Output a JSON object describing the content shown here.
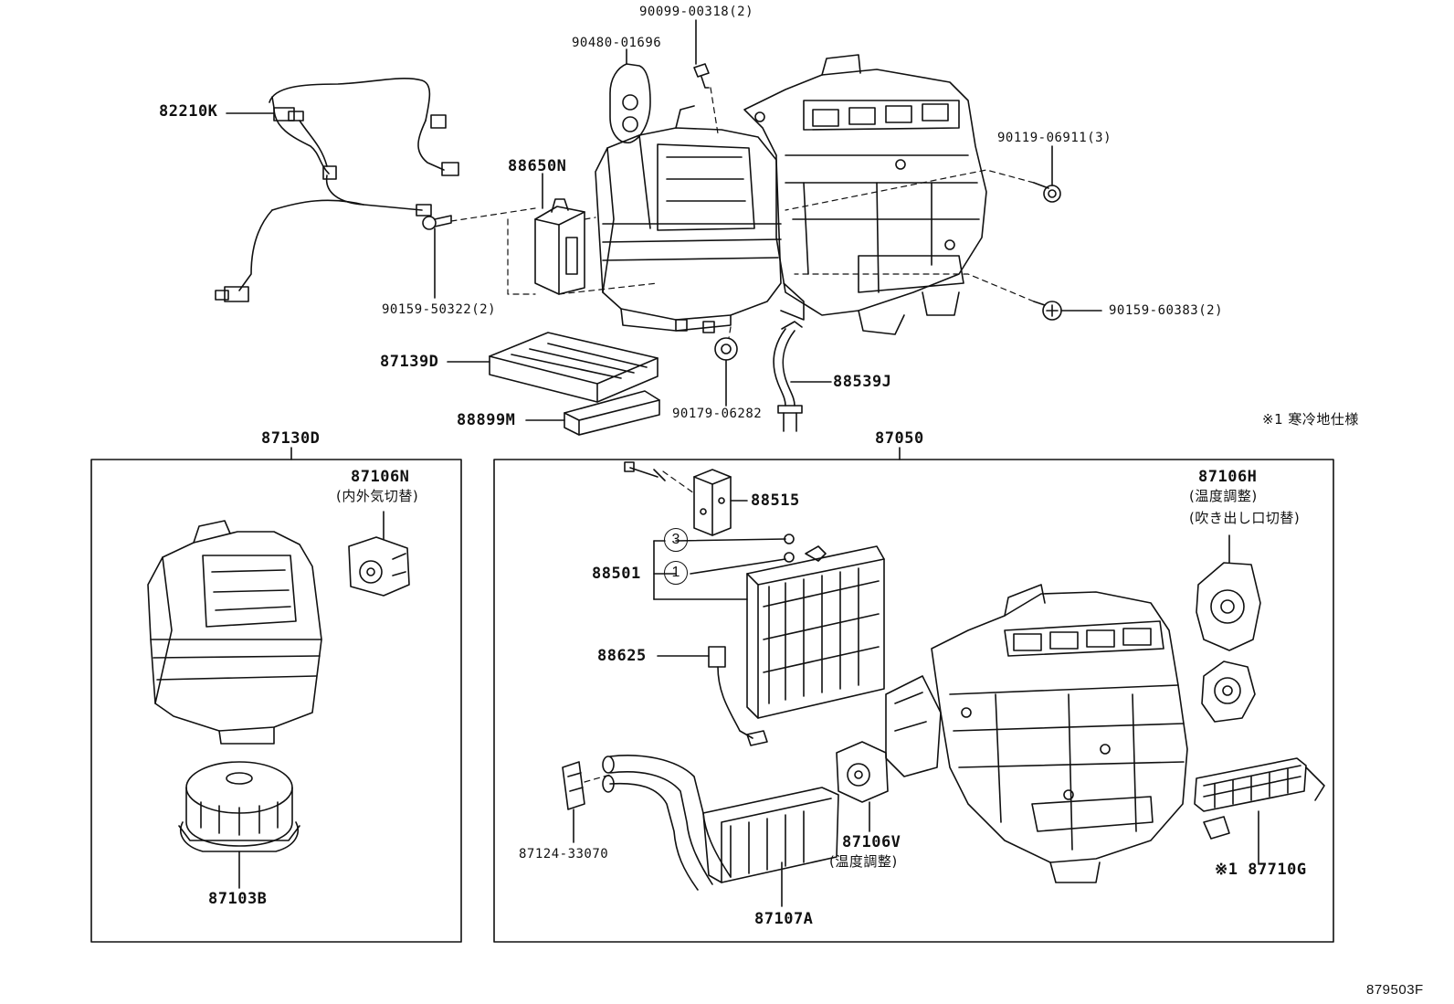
{
  "labels": {
    "p82210K": "82210K",
    "p90480_01696": "90480-01696",
    "p90099_00318": "90099-00318(2)",
    "p88650N": "88650N",
    "p90119_06911": "90119-06911(3)",
    "p90159_50322": "90159-50322(2)",
    "p90159_60383": "90159-60383(2)",
    "p87139D": "87139D",
    "p88539J": "88539J",
    "p88899M": "88899M",
    "p90179_06282": "90179-06282",
    "note1": "※1 寒冷地仕様",
    "p87130D": "87130D",
    "p87050": "87050",
    "p87106N": "87106N",
    "p87106N_desc": "(内外気切替)",
    "p87103B": "87103B",
    "p88515": "88515",
    "p88501": "88501",
    "p88625": "88625",
    "p87106H": "87106H",
    "p87106H_desc1": "(温度調整)",
    "p87106H_desc2": "(吹き出し口切替)",
    "p87124_33070": "87124-33070",
    "p87106V": "87106V",
    "p87106V_desc": "(温度調整)",
    "p87107A": "87107A",
    "p87710G": "※1 87710G",
    "circle1": "1",
    "circle3": "3",
    "figure_code": "879503F"
  }
}
